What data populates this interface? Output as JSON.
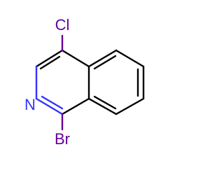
{
  "diagram": {
    "type": "chemical-structure",
    "atoms": {
      "chlorine": {
        "label": "Cl",
        "color": "#660099"
      },
      "nitrogen": {
        "label": "N",
        "color": "#3333ff"
      },
      "bromine": {
        "label": "Br",
        "color": "#660099"
      }
    },
    "colors": {
      "bond": "#000000",
      "nitrogen": "#3333ff",
      "halogen": "#660099",
      "background": "#ffffff"
    }
  }
}
